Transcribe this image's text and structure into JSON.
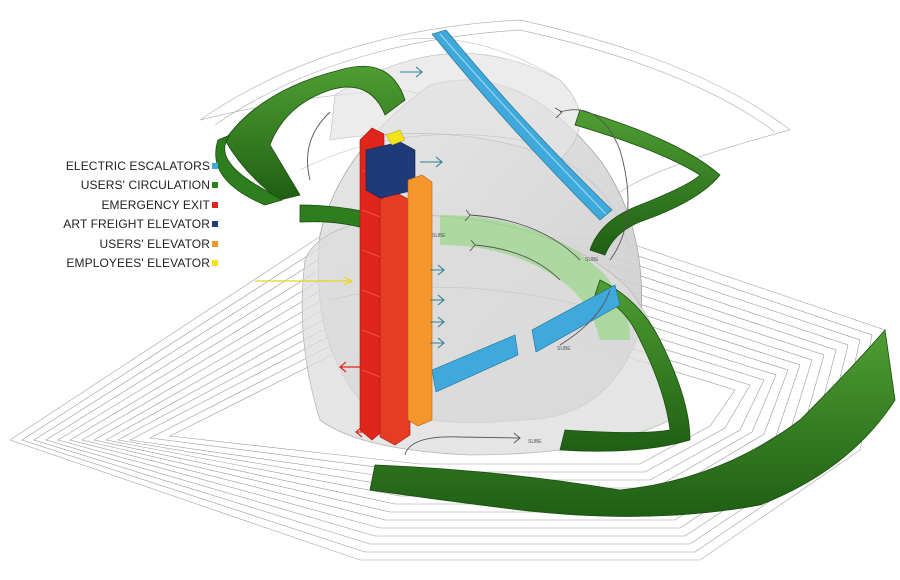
{
  "legend": {
    "items": [
      {
        "label": "ELECTRIC ESCALATORS",
        "color": "#3fa9dc",
        "icon": "escalator-swatch"
      },
      {
        "label": "USERS' CIRCULATION",
        "color": "#2e7d1e",
        "icon": "circulation-swatch"
      },
      {
        "label": "EMERGENCY EXIT",
        "color": "#e0261c",
        "icon": "emergency-swatch"
      },
      {
        "label": "ART FREIGHT ELEVATOR",
        "color": "#1e3a78",
        "icon": "freight-swatch"
      },
      {
        "label": "USERS' ELEVATOR",
        "color": "#f5962a",
        "icon": "users-elevator-swatch"
      },
      {
        "label": "EMPLOYEES' ELEVATOR",
        "color": "#f2e41a",
        "icon": "employees-elevator-swatch"
      }
    ]
  },
  "annotations": {
    "ramp_label": "SUBE"
  },
  "colors": {
    "ramp_green": "#2e7d1e",
    "escalator_blue": "#3fa9dc",
    "exit_red": "#e0261c",
    "elevator_orange": "#f5962a",
    "freight_navy": "#1e3a78",
    "employee_yellow": "#f2e41a",
    "arrow_teal": "#2f7f8f"
  }
}
